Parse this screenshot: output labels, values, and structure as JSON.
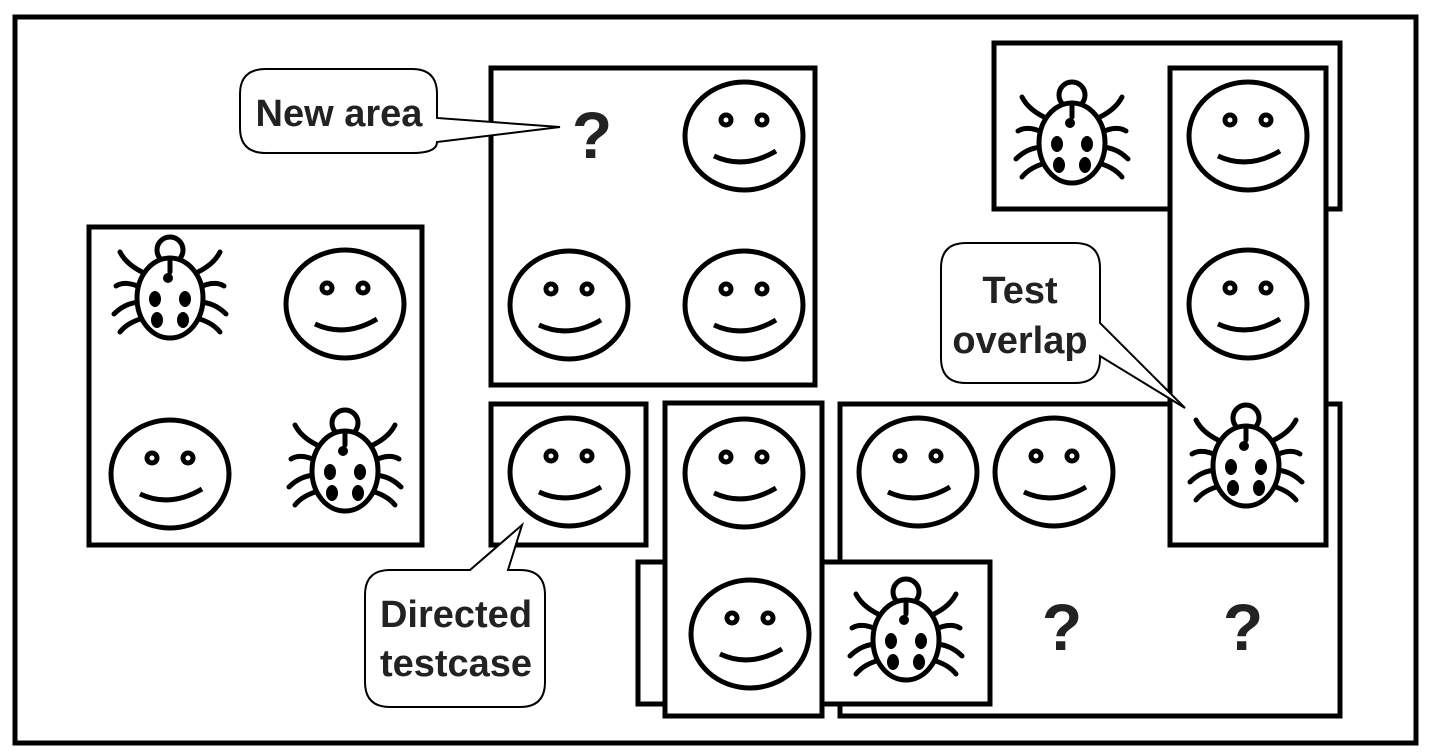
{
  "colors": {
    "stroke": "#000000",
    "background": "#ffffff",
    "text": "#222222"
  },
  "icons": {
    "smiley": "smiley-face-icon",
    "bug": "ladybug-bug-icon",
    "unknown": "question-mark-icon"
  },
  "unknown_glyph": "?",
  "callouts": {
    "new_area": {
      "lines": [
        "New area"
      ]
    },
    "test_overlap": {
      "lines": [
        "Test",
        "overlap"
      ]
    },
    "directed_testcase": {
      "lines": [
        "Directed",
        "testcase"
      ]
    }
  }
}
